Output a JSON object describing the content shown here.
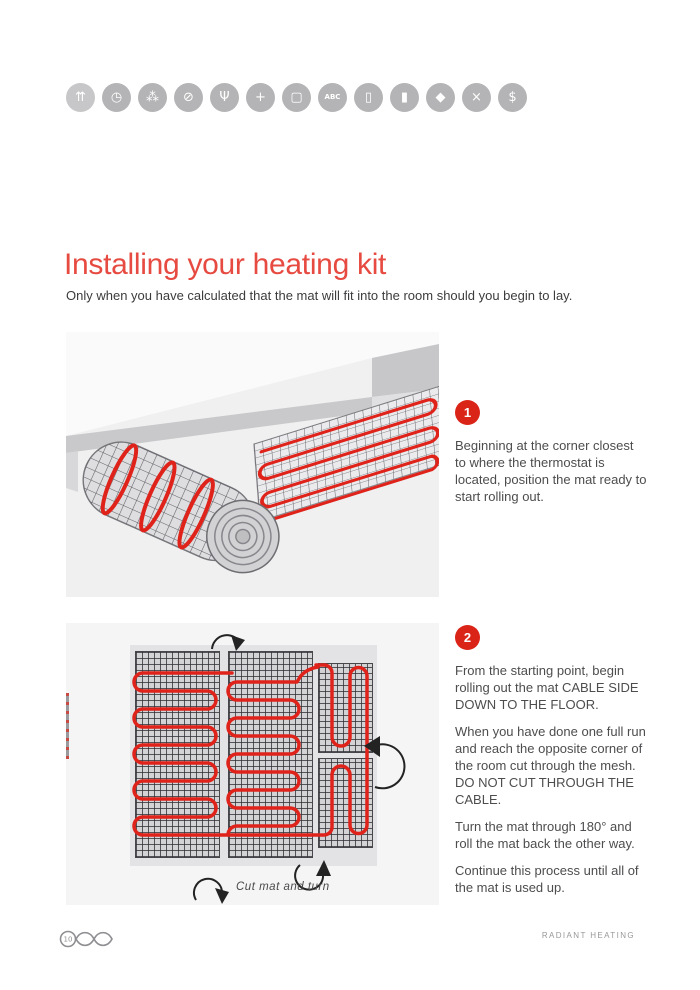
{
  "page": {
    "title": "Installing your heating kit",
    "intro": "Only when you have calculated that the mat will fit into the room should you begin to lay."
  },
  "icon_strip": {
    "items": [
      {
        "name": "growth-arrows",
        "glyph": "⇈"
      },
      {
        "name": "timer",
        "glyph": "◷"
      },
      {
        "name": "people-group",
        "glyph": "⁂"
      },
      {
        "name": "pizza-slice",
        "glyph": "⊘"
      },
      {
        "name": "scales",
        "glyph": "Ψ"
      },
      {
        "name": "plus-cross",
        "glyph": "+"
      },
      {
        "name": "tablet",
        "glyph": "▢"
      },
      {
        "name": "abc-blocks",
        "glyph": "ABC"
      },
      {
        "name": "door-panel",
        "glyph": "▯"
      },
      {
        "name": "thermometer",
        "glyph": "▮"
      },
      {
        "name": "shield",
        "glyph": "◆"
      },
      {
        "name": "tools",
        "glyph": "×"
      },
      {
        "name": "piggy-bank",
        "glyph": "$"
      }
    ]
  },
  "steps": [
    {
      "number": "1",
      "paragraphs": [
        "Beginning at the corner closest to where the thermostat is located, position the mat ready to start rolling out."
      ]
    },
    {
      "number": "2",
      "paragraphs": [
        "From the starting point, begin rolling out the mat CABLE SIDE DOWN TO THE FLOOR.",
        "When you have done one full run and reach the opposite corner of the room cut through the mesh. DO NOT CUT THROUGH THE CABLE.",
        "Turn the mat through 180° and roll the mat back the other way.",
        "Continue this process until all of the mat is used up."
      ]
    }
  ],
  "figure2": {
    "caption": "Cut mat and turn"
  },
  "footer": {
    "logo_text": "10",
    "brand": "RADIANT HEATING"
  },
  "colors": {
    "accent_red": "#da2418",
    "heading_red": "#e64a40",
    "cable_red": "#e0231a",
    "icon_gray": "#b4b4b6",
    "body_text": "#4d4d4f"
  }
}
